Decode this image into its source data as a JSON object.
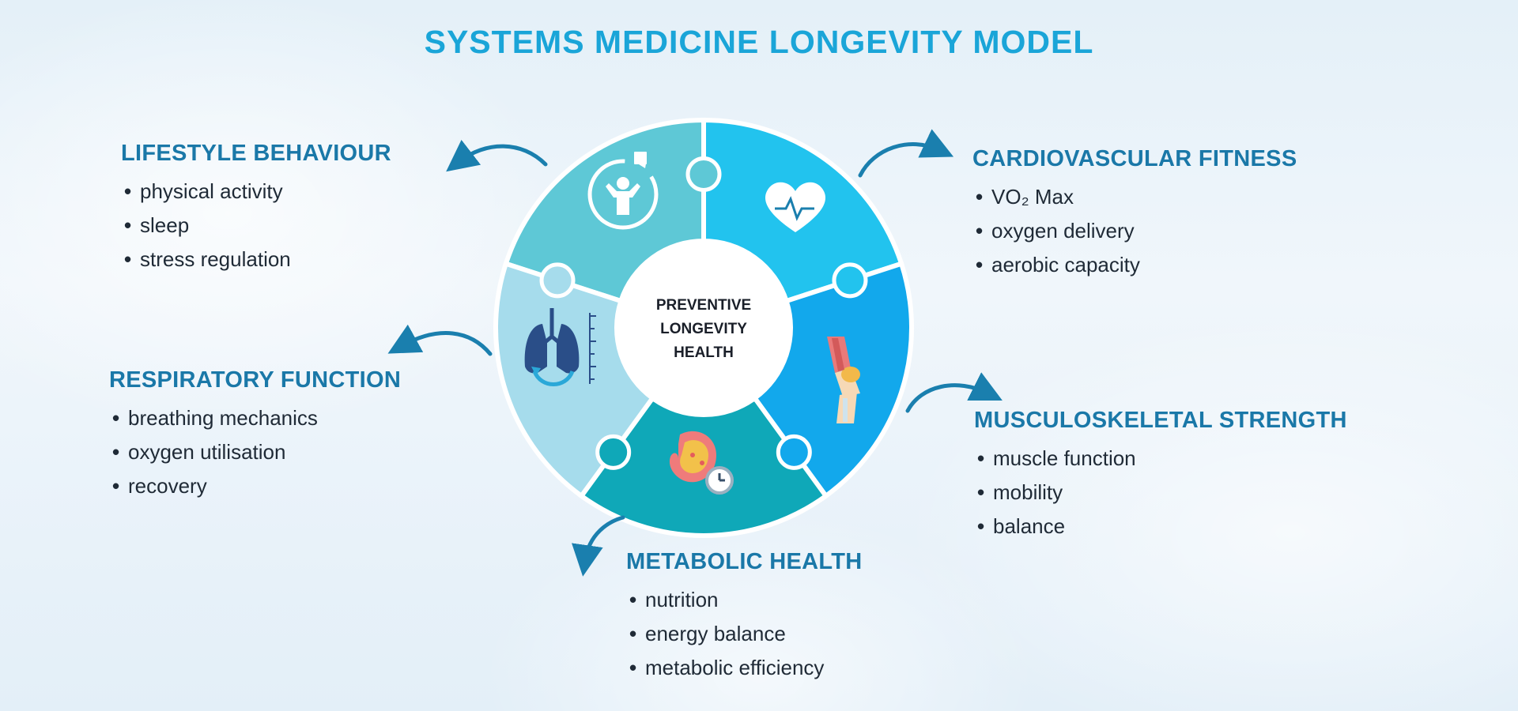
{
  "title": "SYSTEMS MEDICINE LONGEVITY MODEL",
  "center": {
    "line1": "PREVENTIVE",
    "line2": "LONGEVITY",
    "line3": "HEALTH"
  },
  "segments": [
    {
      "key": "lifestyle",
      "title": "LIFESTYLE BEHAVIOUR",
      "items": [
        "physical activity",
        "sleep",
        "stress regulation"
      ],
      "icon": "person-cycle-icon",
      "color": "#5ec8d6"
    },
    {
      "key": "cardio",
      "title": "CARDIOVASCULAR FITNESS",
      "items": [
        "VO₂ Max",
        "oxygen delivery",
        "aerobic capacity"
      ],
      "icon": "heart-pulse-icon",
      "color": "#22c3ee"
    },
    {
      "key": "musculo",
      "title": "MUSCULOSKELETAL STRENGTH",
      "items": [
        "muscle function",
        "mobility",
        "balance"
      ],
      "icon": "knee-joint-icon",
      "color": "#12a8ec"
    },
    {
      "key": "metabolic",
      "title": "METABOLIC HEALTH",
      "items": [
        "nutrition",
        "energy balance",
        "metabolic efficiency"
      ],
      "icon": "stomach-clock-icon",
      "color": "#0fa8b8"
    },
    {
      "key": "respiratory",
      "title": "RESPIRATORY FUNCTION",
      "items": [
        "breathing mechanics",
        "oxygen utilisation",
        "recovery"
      ],
      "icon": "lungs-icon",
      "color": "#a6dcec"
    }
  ],
  "colors": {
    "title": "#1aa5d8",
    "block_title": "#1a78a8",
    "arrow": "#1a7fae",
    "bullet_text": "#1f2a36"
  }
}
